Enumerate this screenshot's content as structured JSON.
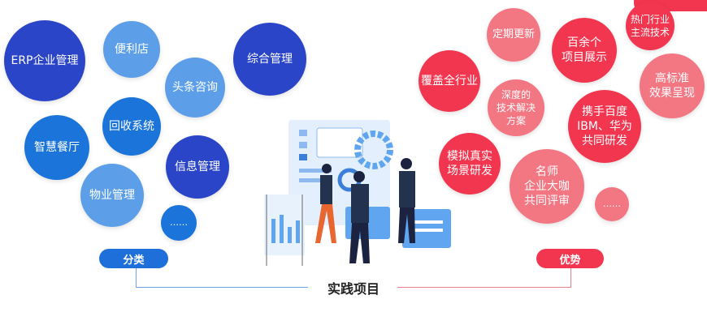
{
  "categories": {
    "label": "分类",
    "color": "#1e6fd9",
    "items": [
      "ERP企业管理",
      "便利店",
      "头条咨询",
      "综合管理",
      "回收系统",
      "智慧餐厅",
      "信息管理",
      "物业管理",
      "……"
    ]
  },
  "advantages": {
    "label": "优势",
    "color": "#f2364f",
    "items": [
      "定期更新",
      "百余个\n项目展示",
      "热门行业\n主流技术",
      "覆盖全行业",
      "深度的\n技术解决\n方案",
      "高标准\n效果呈现",
      "携手百度\nIBM、华为\n共同研发",
      "模拟真实\n场景研发",
      "名师\n企业大咖\n共同评审",
      "……"
    ]
  },
  "center_title": "实践项目"
}
